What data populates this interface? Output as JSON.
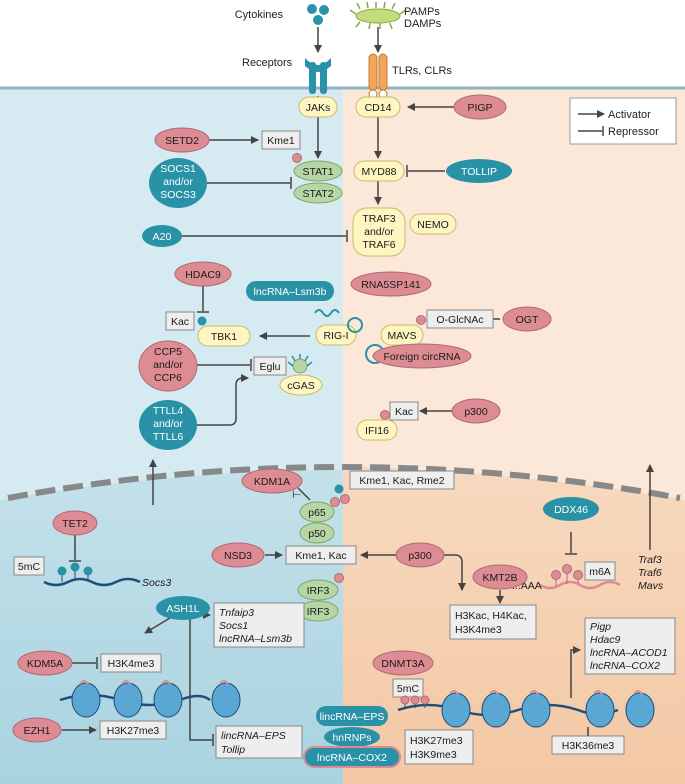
{
  "stimuli": {
    "cytokines": "Cytokines",
    "pamps": "PAMPs",
    "damps": "DAMPs"
  },
  "receptors": {
    "receptors": "Receptors",
    "tlrs": "TLRs, CLRs"
  },
  "legend": {
    "activator": "Activator",
    "repressor": "Repressor"
  },
  "nodes": {
    "jaks": "JAKs",
    "cd14": "CD14",
    "pigp": "PIGP",
    "setd2": "SETD2",
    "kme1_a": "Kme1",
    "stat1": "STAT1",
    "stat2": "STAT2",
    "myd88": "MYD88",
    "tollip": "TOLLIP",
    "socs_1": "SOCS1",
    "socs_2": "and/or",
    "socs_3": "SOCS3",
    "a20": "A20",
    "traf_1": "TRAF3",
    "traf_2": "and/or",
    "traf_3": "TRAF6",
    "nemo": "NEMO",
    "hdac9": "HDAC9",
    "lncrna_lsm3b": "lncRNA–Lsm3b",
    "rna5sp141": "RNA5SP141",
    "kac_a": "Kac",
    "tbk1": "TBK1",
    "rigi": "RIG-I",
    "mavs": "MAVS",
    "oglcnac": "O-GlcNAc",
    "ogt": "OGT",
    "foreign_circrna": "Foreign circRNA",
    "ccp_1": "CCP5",
    "ccp_2": "and/or",
    "ccp_3": "CCP6",
    "eglu": "Eglu",
    "cgas": "cGAS",
    "ttll_1": "TTLL4",
    "ttll_2": "and/or",
    "ttll_3": "TTLL6",
    "kac_b": "Kac",
    "p300_a": "p300",
    "ifi16": "IFI16",
    "kdm1a": "KDM1A",
    "kme_kac_rme2": "Kme1, Kac, Rme2",
    "p65": "p65",
    "p50": "p50",
    "ddx46": "DDX46",
    "m6a": "m6A",
    "polya": "...AAA",
    "traf3_gene": "Traf3",
    "traf6_gene": "Traf6",
    "mavs_gene": "Mavs",
    "tet2": "TET2",
    "fivemc_a": "5mC",
    "socs3_gene": "Socs3",
    "nsd3": "NSD3",
    "kme1_kac": "Kme1, Kac",
    "p300_b": "p300",
    "irf3_a": "IRF3",
    "irf3_b": "IRF3",
    "kmt2b": "KMT2B",
    "ash1l": "ASH1L",
    "kdm5a": "KDM5A",
    "h3k4me3": "H3K4me3",
    "tgt_1": "Tnfaip3",
    "tgt_2": "Socs1",
    "tgt_3": "lncRNA–Lsm3b",
    "h3kac_1": "H3Kac, H4Kac,",
    "h3kac_2": "H3K4me3",
    "pig_1": "Pigp",
    "pig_2": "Hdac9",
    "pig_3": "lncRNA–ACOD1",
    "pig_4": "lncRNA–COX2",
    "dnmt3a": "DNMT3A",
    "fivemc_b": "5mC",
    "ezh1": "EZH1",
    "h3k27me3_a": "H3K27me3",
    "lincrna_eps_a": "lincRNA–EPS",
    "hnrnps": "hnRNPs",
    "lncrna_cox2": "lncRNA–COX2",
    "rep_1": "lincRNA–EPS",
    "rep_2": "Tollip",
    "h3k27_1": "H3K27me3",
    "h3k27_2": "H3K9me3",
    "h3k36me3": "H3K36me3"
  },
  "colors": {
    "left_bg": "#cfe6ee",
    "right_bg": "#f9e3d1",
    "nucleus_left": "#b3d8e4",
    "nucleus_right": "#f5cfb0",
    "pink": "#dd8c93",
    "teal": "#2a92a6",
    "yellow": "#fdf6c3",
    "green": "#b7d6a5",
    "box_gray": "#eeeeee"
  }
}
